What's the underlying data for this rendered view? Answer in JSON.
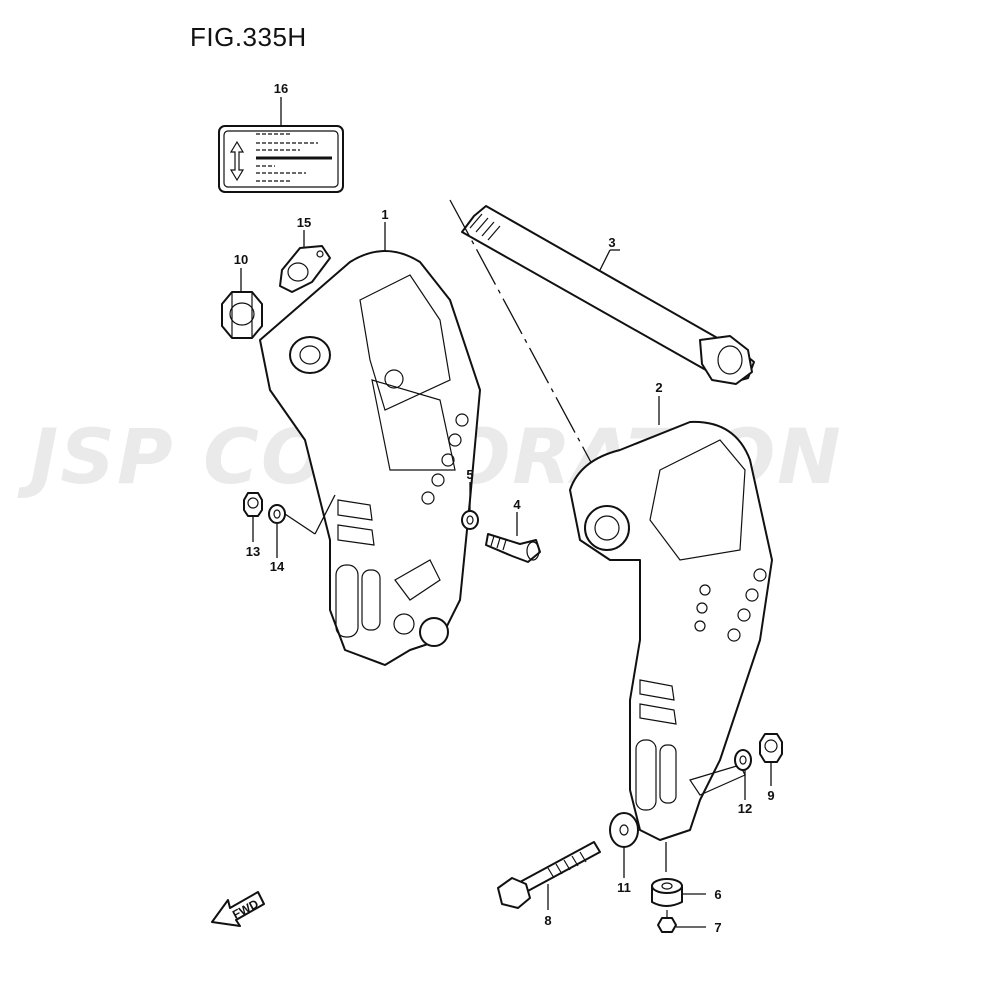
{
  "figure_title": "FIG.335H",
  "watermark": "JSP CORPORATION",
  "fwd_label": "FWD",
  "callouts": [
    {
      "id": "1",
      "label": "1"
    },
    {
      "id": "2",
      "label": "2"
    },
    {
      "id": "3",
      "label": "3"
    },
    {
      "id": "4",
      "label": "4"
    },
    {
      "id": "5",
      "label": "5"
    },
    {
      "id": "6",
      "label": "6"
    },
    {
      "id": "7",
      "label": "7"
    },
    {
      "id": "8",
      "label": "8"
    },
    {
      "id": "9",
      "label": "9"
    },
    {
      "id": "10",
      "label": "10"
    },
    {
      "id": "11",
      "label": "11"
    },
    {
      "id": "12",
      "label": "12"
    },
    {
      "id": "13",
      "label": "13"
    },
    {
      "id": "14",
      "label": "14"
    },
    {
      "id": "15",
      "label": "15"
    },
    {
      "id": "16",
      "label": "16"
    }
  ]
}
